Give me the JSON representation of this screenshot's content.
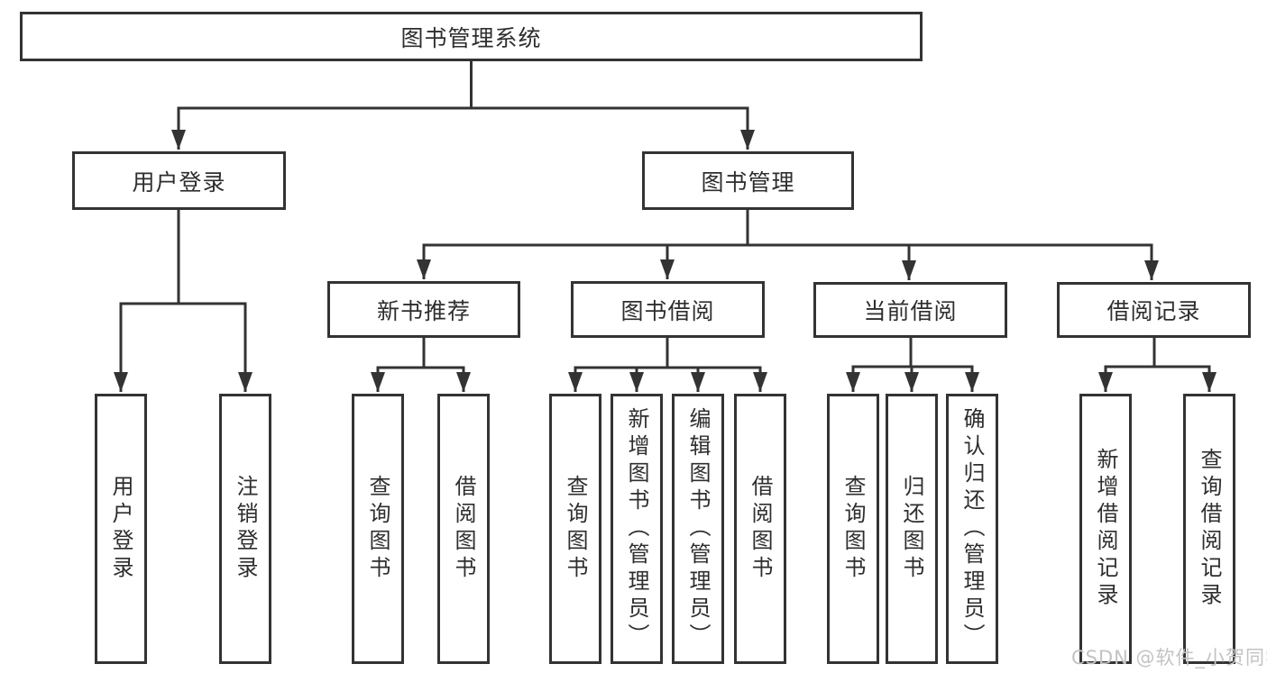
{
  "diagram": {
    "root": {
      "label": "图书管理系统"
    },
    "branches": {
      "user_login": {
        "label": "用户登录",
        "children": [
          {
            "label": "用户登录"
          },
          {
            "label": "注销登录"
          }
        ]
      },
      "book_management": {
        "label": "图书管理",
        "sections": [
          {
            "label": "新书推荐",
            "children": [
              {
                "label": "查询图书"
              },
              {
                "label": "借阅图书"
              }
            ]
          },
          {
            "label": "图书借阅",
            "children": [
              {
                "label": "查询图书"
              },
              {
                "label": "新增图书（管理员）"
              },
              {
                "label": "编辑图书（管理员）"
              },
              {
                "label": "借阅图书"
              }
            ]
          },
          {
            "label": "当前借阅",
            "children": [
              {
                "label": "查询图书"
              },
              {
                "label": "归还图书"
              },
              {
                "label": "确认归还（管理员）"
              }
            ]
          },
          {
            "label": "借阅记录",
            "children": [
              {
                "label": "新增借阅记录"
              },
              {
                "label": "查询借阅记录"
              }
            ]
          }
        ]
      }
    },
    "colors": {
      "line": "#333333",
      "text": "#2e2e2e",
      "watermark": "#c3c3c3",
      "background": "#ffffff"
    }
  },
  "watermark": {
    "text": "CSDN @软件_小贺同学"
  }
}
